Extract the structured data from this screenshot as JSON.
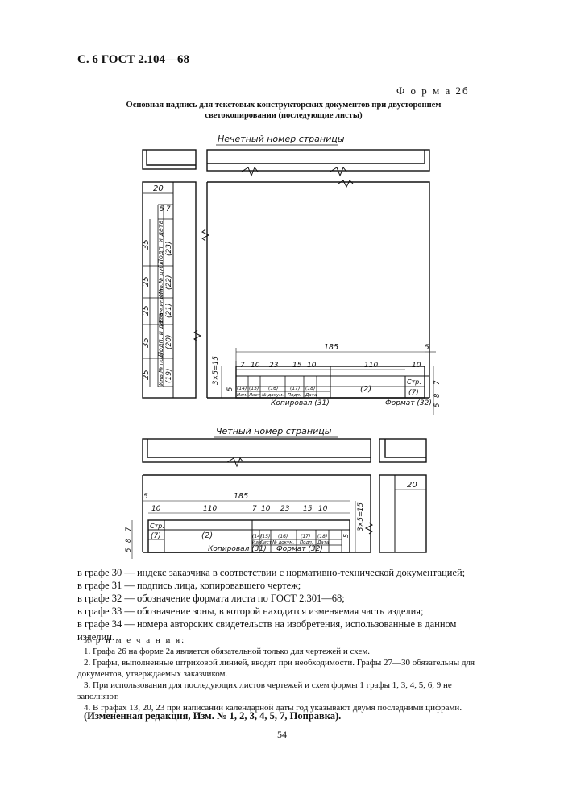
{
  "header": "С. 6 ГОСТ 2.104—68",
  "form_label": "Ф о р м а  2б",
  "caption": "Основная надпись для текстовых конструкторских документов при двустороннем светокопировании (последующие листы)",
  "odd_page_label": "Нечетный номер страницы",
  "even_page_label": "Четный номер страницы",
  "dims": {
    "d20": "20",
    "d5": "5",
    "d7": "7",
    "d35": "35",
    "d25": "25",
    "d185": "185",
    "d10": "10",
    "d23": "23",
    "d15": "15",
    "d110": "110",
    "d8": "8",
    "stack": "3×5=15"
  },
  "cells": {
    "c23": "(23)",
    "c22": "(22)",
    "c21": "(21)",
    "c20": "(20)",
    "c19": "(19)",
    "podp_data": "Подп. и дата",
    "inv_dubl": "Инв.№ дубл.",
    "vzam_inv": "Взам.инв.№",
    "inv_podl": "Инв.№ подл.",
    "c14": "(14)",
    "c15": "(15)",
    "c16": "(16)",
    "c17": "(17)",
    "c18": "(18)",
    "izm": "Изм.",
    "list": "Лист",
    "n_dokum": "№ докум.",
    "podp": "Подп.",
    "data": "Дата",
    "c2": "(2)",
    "str": "Стр.",
    "c7": "(7)",
    "kopiroval": "Копировал (31)",
    "format": "Формат (32)"
  },
  "definitions": [
    "в графе 30 — индекс заказчика в соответствии с нормативно-технической документацией;",
    "в графе 31 — подпись лица, копировавшего чертеж;",
    "в графе 32 — обозначение формата листа по ГОСТ 2.301—68;",
    "в графе 33 — обозначение зоны, в которой находится изменяемая часть изделия;",
    "в графе 34 — номера авторских свидетельств на изобретения, использованные в данном изделии."
  ],
  "notes_title": "П р и м е ч а н и я:",
  "notes": [
    "1. Графа 26 на форме 2а является обязательной только для чертежей и схем.",
    "2. Графы, выполненные штриховой линией, вводят при необходимости. Графы 27—30 обязательны для документов, утверждаемых заказчиком.",
    "3. При использовании для последующих листов чертежей и схем формы 1 графы 1, 3, 4, 5, 6, 9 не заполняют.",
    "4. В графах 13, 20, 23 при написании календарной даты год указывают двумя последними цифрами."
  ],
  "changed_edition": "(Измененная редакция, Изм. № 1, 2, 3, 4, 5, 7, Поправка).",
  "page_number": "54"
}
